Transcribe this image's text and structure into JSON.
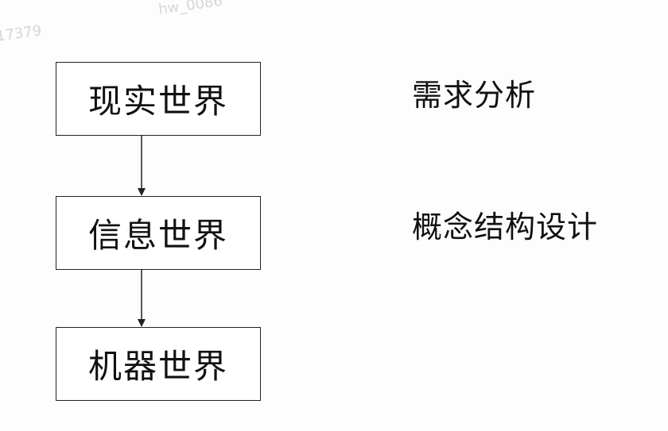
{
  "watermark": {
    "line1": "hw_0086",
    "line2": "17379"
  },
  "diagram": {
    "nodes": [
      {
        "id": "real-world",
        "label": "现实世界"
      },
      {
        "id": "info-world",
        "label": "信息世界"
      },
      {
        "id": "machine-world",
        "label": "机器世界"
      }
    ],
    "edges": [
      {
        "from": "real-world",
        "to": "info-world"
      },
      {
        "from": "info-world",
        "to": "machine-world"
      }
    ],
    "side_labels": {
      "requirements": "需求分析",
      "conceptual_design": "概念结构设计"
    }
  },
  "colors": {
    "background": "#fdfdfd",
    "stroke": "#222222",
    "text": "#111111",
    "watermark": "#d6d6d6"
  }
}
